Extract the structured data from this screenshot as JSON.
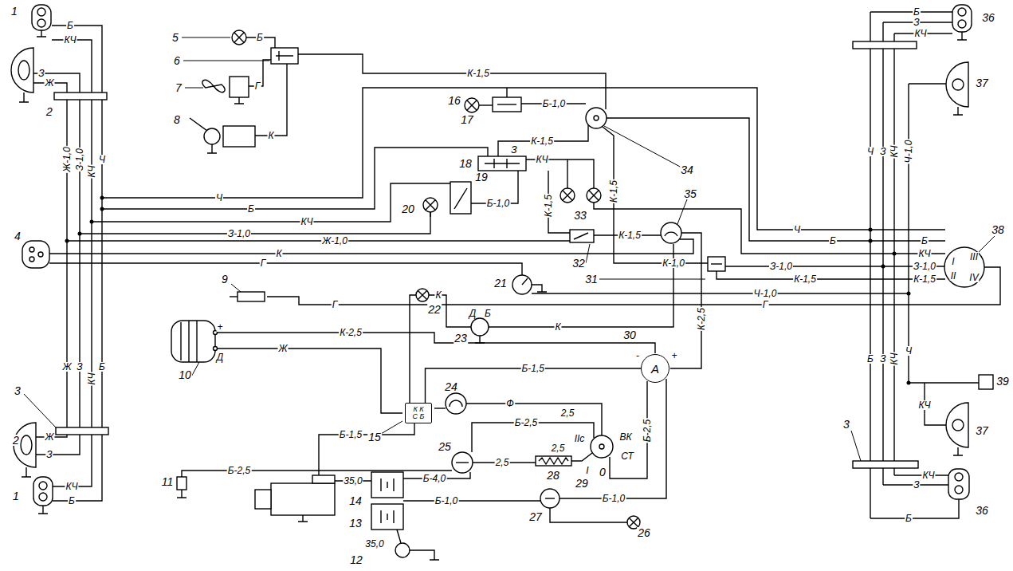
{
  "diagram": {
    "nodes": [
      {
        "text": [
          "А"
        ]
      },
      {
        "text": [
          "К К",
          "С Б"
        ]
      }
    ],
    "edges": [
      {
        "from": 1,
        "to": 0,
        "arrow": "none",
        "label": "Б-1,5"
      }
    ],
    "labels": [
      "1",
      "1",
      "2",
      "2",
      "3",
      "3",
      "4",
      "5",
      "6",
      "7",
      "8",
      "9",
      "10",
      "11",
      "12",
      "13",
      "14",
      "15",
      "16",
      "17",
      "18",
      "19",
      "20",
      "21",
      "22",
      "23",
      "24",
      "25",
      "26",
      "27",
      "28",
      "29",
      "30",
      "31",
      "32",
      "33",
      "34",
      "35",
      "36",
      "36",
      "37",
      "37",
      "38",
      "39",
      "Б",
      "КЧ",
      "З",
      "Ж",
      "Ж-1,0",
      "З-1,0",
      "КЧ",
      "Ч",
      "Ж",
      "З",
      "КЧ",
      "Б",
      "Ж",
      "З",
      "КЧ",
      "Б",
      "Б",
      "Г",
      "К",
      "К-1,5",
      "Б-1,0",
      "К-1,5",
      "З",
      "КЧ",
      "К-1,5",
      "Б-1,0",
      "К-1,5",
      "К-1,5",
      "Ч",
      "Б",
      "КЧ",
      "З-1,0",
      "Ж-1,0",
      "К",
      "Г",
      "Ч",
      "Б",
      "Б",
      "КЧ",
      "З-1,0",
      "К-1,5",
      "К-1,0",
      "З-1,0",
      "К-1,5",
      "Ч-1,0",
      "Г",
      "К",
      "Г",
      "К-2,5",
      "Ж",
      "К-2,5",
      "К",
      "Д",
      "Б",
      "+",
      "Д",
      "-",
      "+",
      "Ф",
      "Б-2,5",
      "2,5",
      "IIс",
      "ВК",
      "СТ",
      "I",
      "0",
      "2,5",
      "2,5",
      "Б-2,5",
      "Б-1,5",
      "Б-2,5",
      "35,0",
      "Б-4,0",
      "Б-1,0",
      "Б-1,0",
      "35,0",
      "I",
      "II",
      "III",
      "IV",
      "Б",
      "З",
      "КЧ",
      "Ч",
      "З",
      "КЧ",
      "Ч-1,0",
      "Б",
      "З",
      "КЧ",
      "Ч",
      "КЧ",
      "КЧ",
      "З",
      "Б"
    ]
  }
}
